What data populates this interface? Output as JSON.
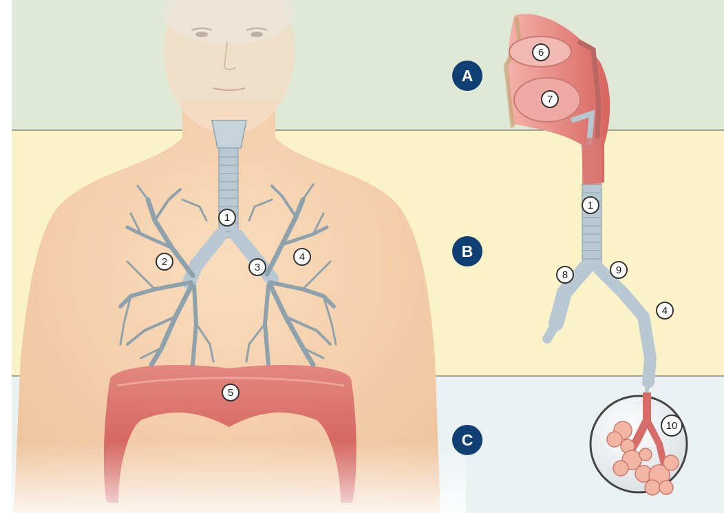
{
  "zones": {
    "a": "A",
    "b": "B",
    "c": "C"
  },
  "colors": {
    "zone_a_band": "#dfe9d5",
    "zone_b_band": "#fbf3c8",
    "zone_c_band": "#eaf1f3",
    "zone_badge": "#0f3f73",
    "skin": "#f6d6b4",
    "airway": "#b9c9d3",
    "diaphragm": "#d9615f",
    "mucosa": "#e9918c",
    "alveoli": "#f4b6a4"
  },
  "body_markers": {
    "m1": "1",
    "m2": "2",
    "m3": "3",
    "m4": "4",
    "m5": "5"
  },
  "detail_markers": {
    "m6": "6",
    "m7": "7",
    "m1": "1",
    "m8": "8",
    "m9": "9",
    "m4": "4",
    "m10": "10"
  }
}
